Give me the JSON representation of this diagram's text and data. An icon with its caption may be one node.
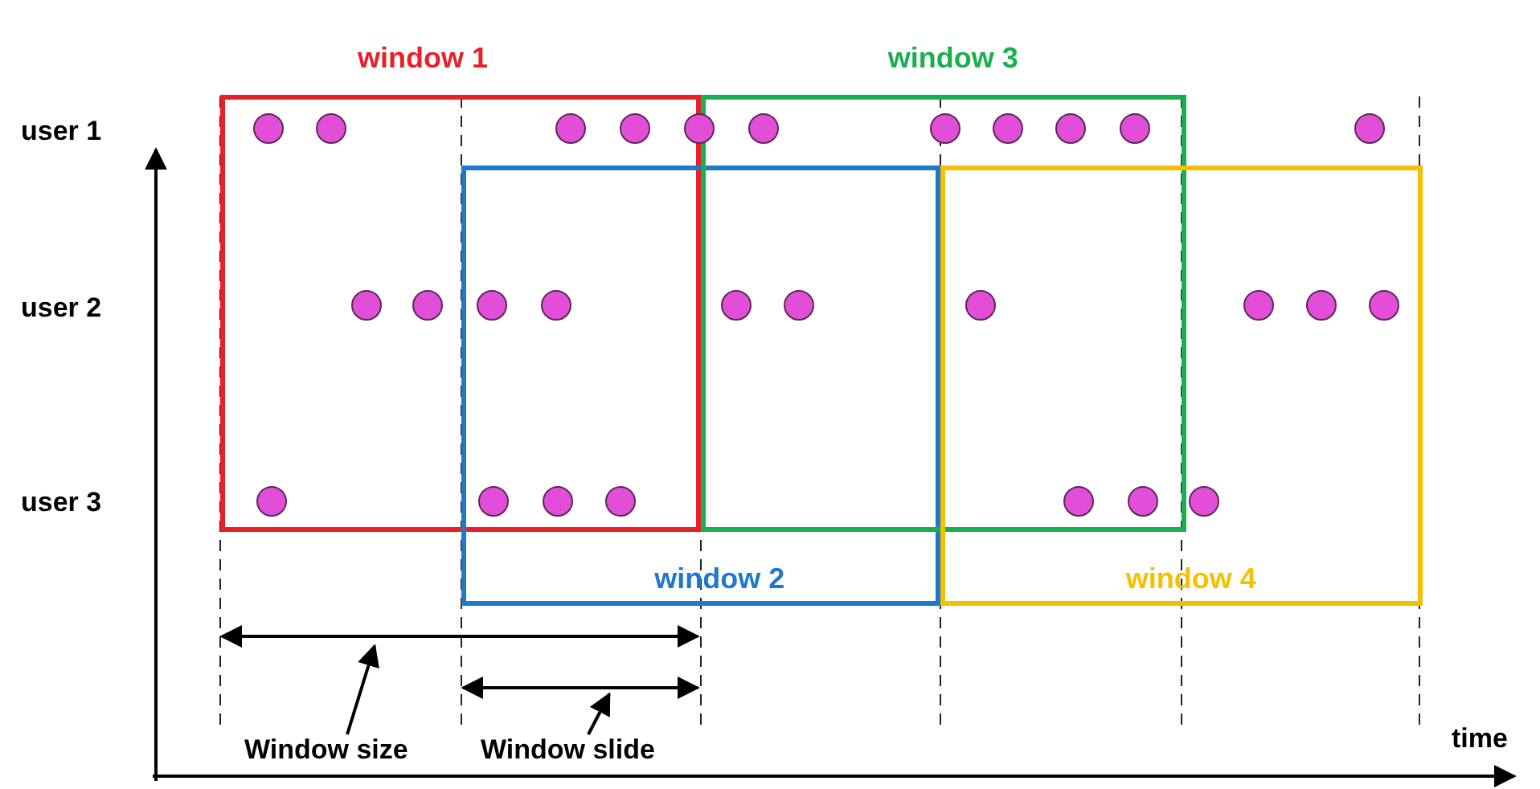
{
  "diagram": {
    "nodes": [
      {
        "text": [
          "window 1"
        ]
      },
      {
        "text": [
          "window 2"
        ]
      },
      {
        "text": [
          "window 3"
        ]
      },
      {
        "text": [
          "window 4"
        ]
      },
      {
        "text": [
          "Window size"
        ]
      },
      {
        "text": [
          "Window slide"
        ]
      }
    ],
    "edges": [
      {
        "from": 4,
        "to": null,
        "arrow": "to"
      },
      {
        "from": 5,
        "to": null,
        "arrow": "to"
      }
    ],
    "labels": [
      "user 1",
      "user 2",
      "user 3",
      "time"
    ]
  }
}
